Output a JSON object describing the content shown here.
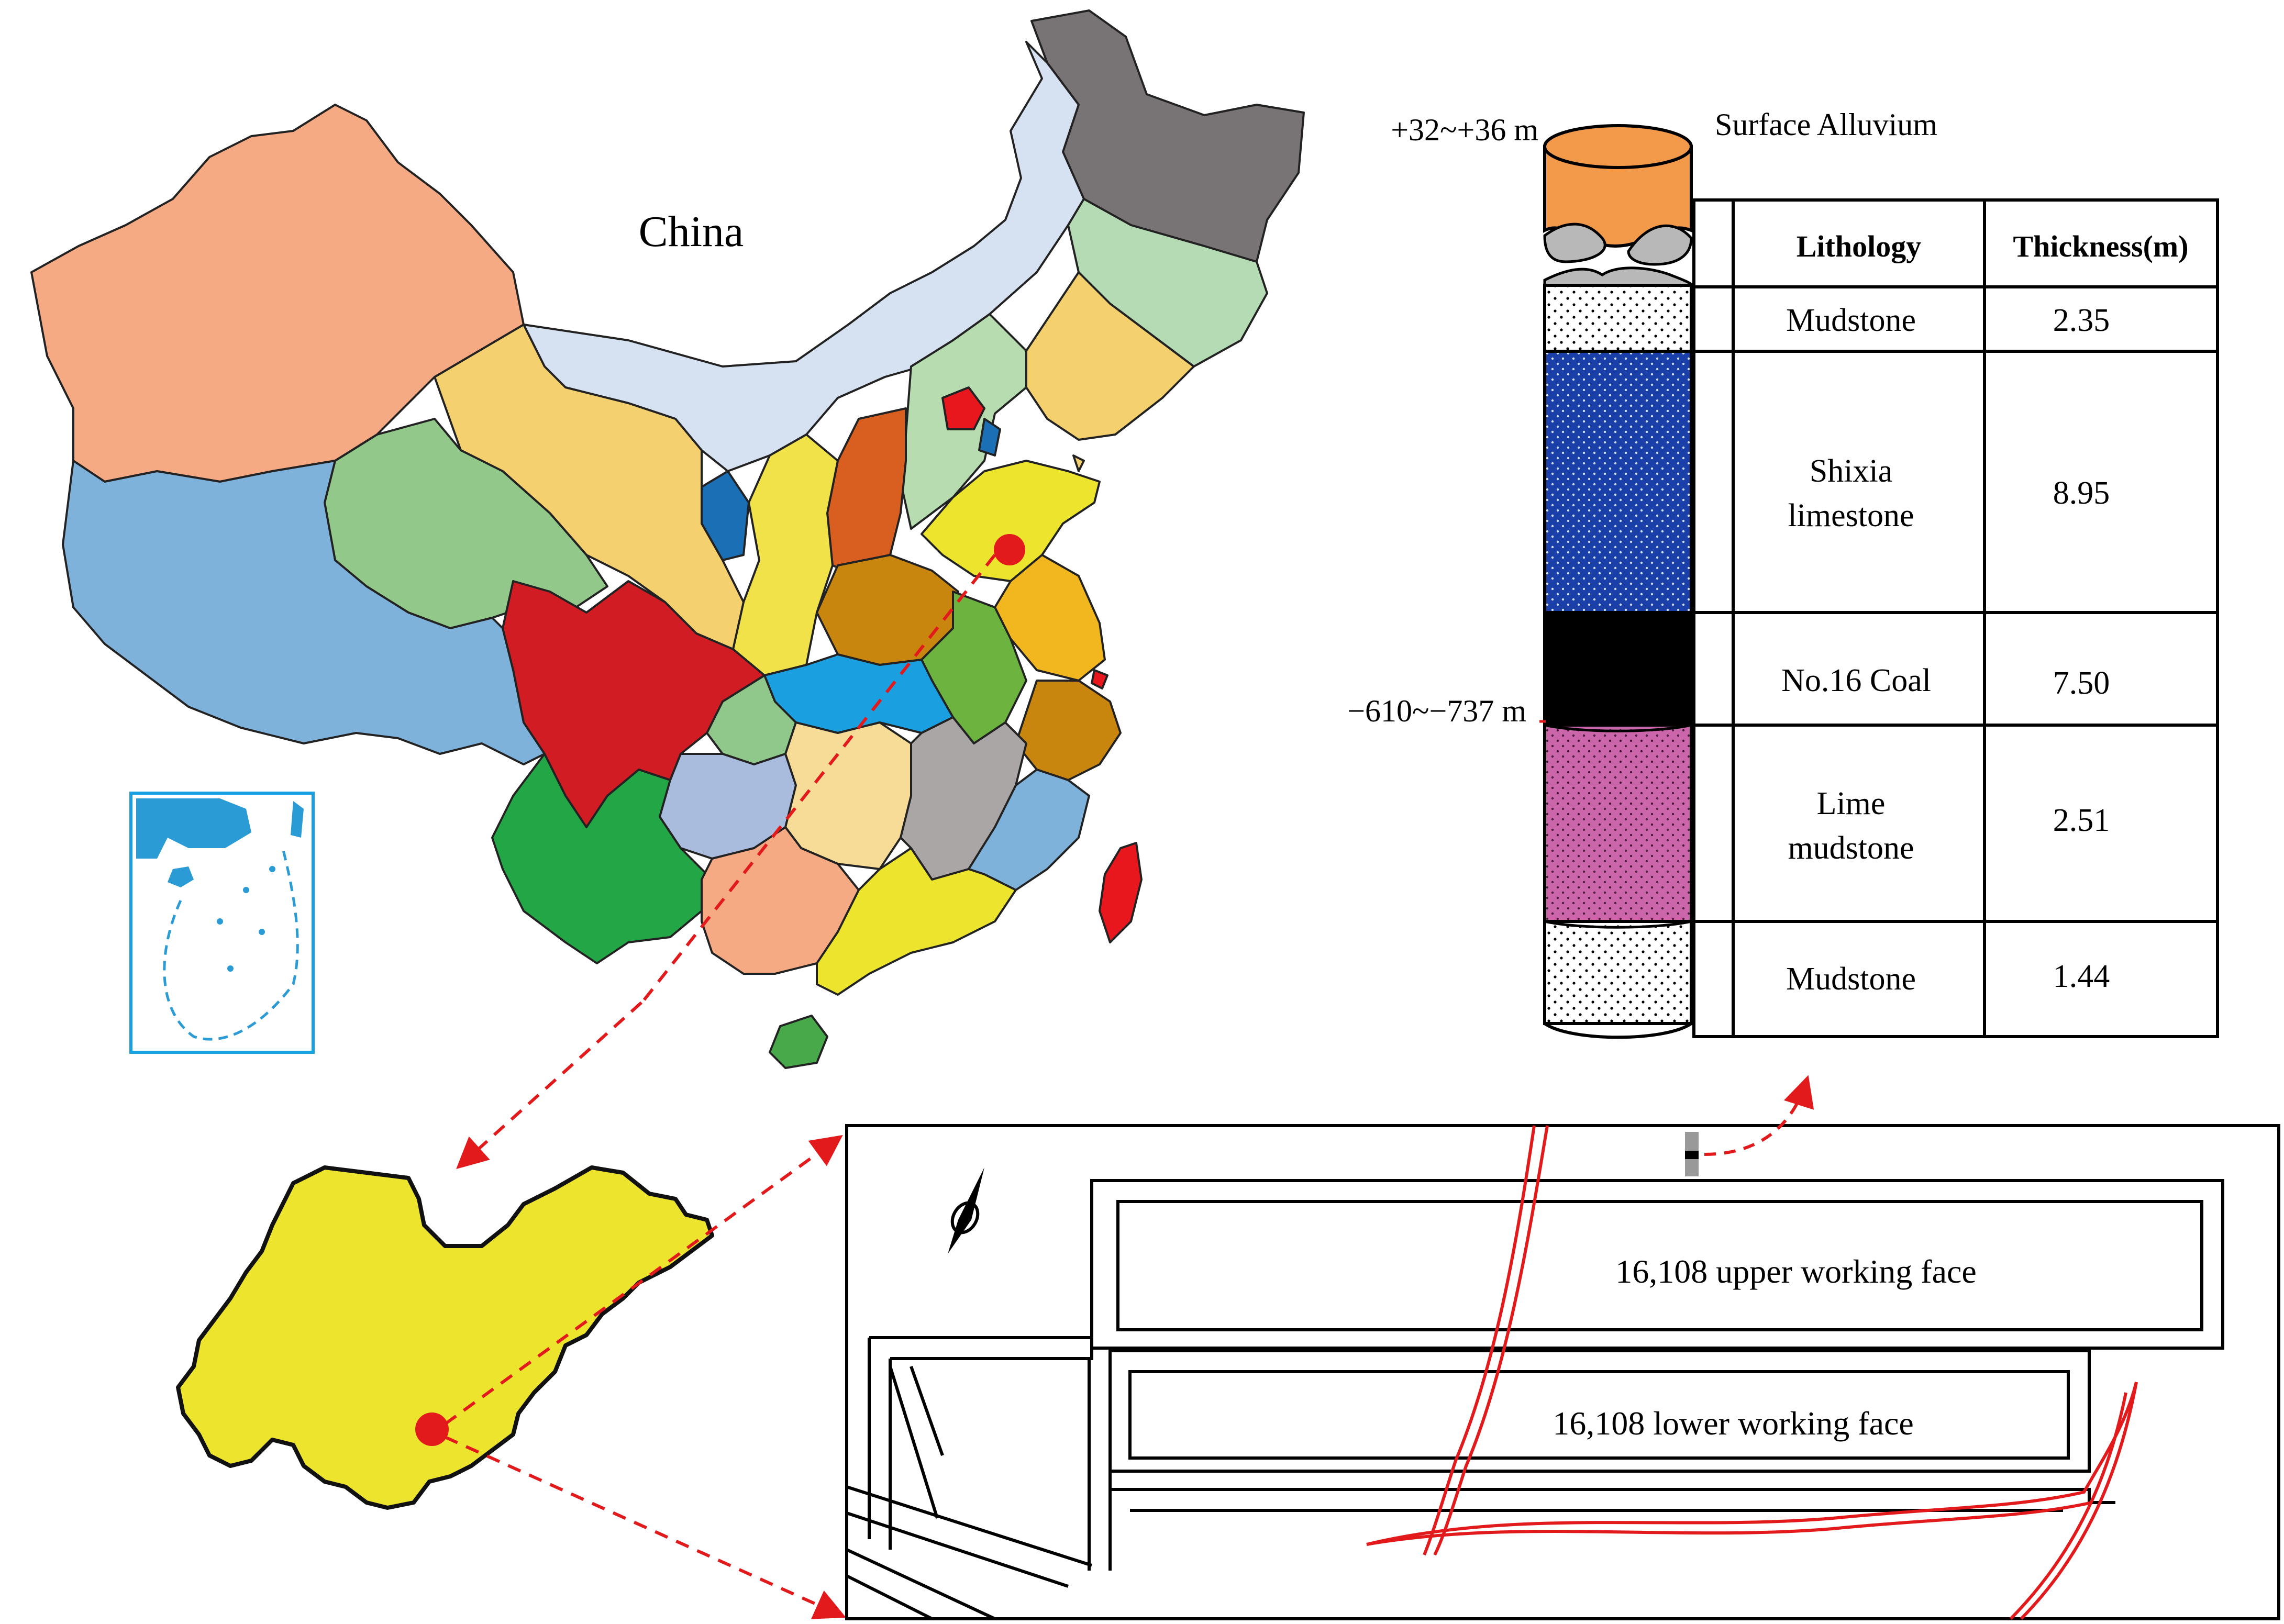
{
  "map": {
    "country_label": "China"
  },
  "stratigraphy": {
    "top_elevation": "+32~+36 m",
    "surface_label": "Surface Alluvium",
    "coal_depth": "−610~−737 m",
    "headers": {
      "lithology": "Lithology",
      "thickness": "Thickness(m)"
    },
    "rows": [
      {
        "lithology_lines": [
          "Mudstone"
        ],
        "thickness": "2.35",
        "color": "#ffffff"
      },
      {
        "lithology_lines": [
          "Shixia",
          "limestone"
        ],
        "thickness": "8.95",
        "color": "#1a3fa8"
      },
      {
        "lithology_lines": [
          "No.16 Coal"
        ],
        "thickness": "7.50",
        "color": "#000000"
      },
      {
        "lithology_lines": [
          "Lime",
          "mudstone"
        ],
        "thickness": "2.51",
        "color": "#cc66aa"
      },
      {
        "lithology_lines": [
          "Mudstone"
        ],
        "thickness": "1.44",
        "color": "#ffffff"
      }
    ]
  },
  "mine_plan": {
    "upper_face": "16,108 upper working face",
    "lower_face": "16,108 lower working face"
  },
  "colors": {
    "pointer": "#e31a1c",
    "province_highlight": "#ede42e",
    "alluvium": "#f2994a",
    "fault": "#e31a1c"
  }
}
